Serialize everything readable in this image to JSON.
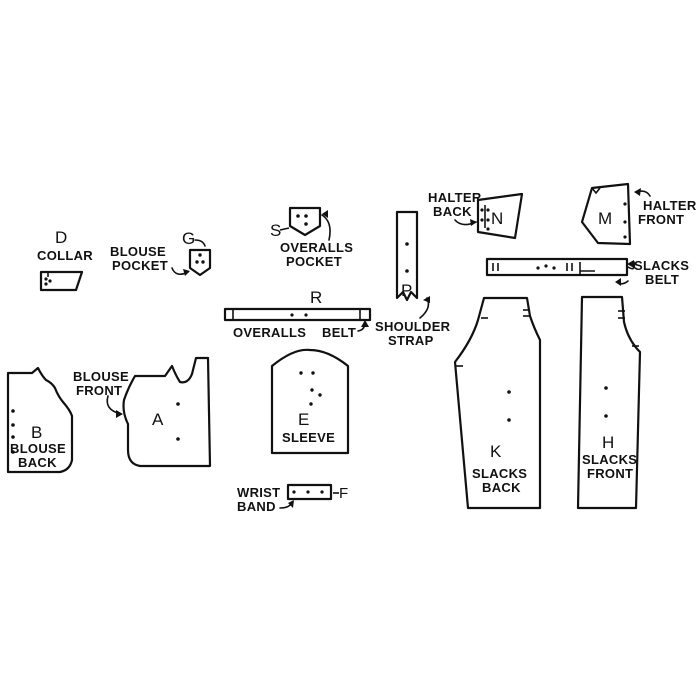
{
  "pieces": {
    "collar": {
      "letter": "D",
      "lines": [
        "COLLAR"
      ]
    },
    "blouse_pocket": {
      "letter": "G",
      "lines": [
        "BLOUSE",
        "POCKET"
      ]
    },
    "overalls_pocket": {
      "letter": "S",
      "lines": [
        "OVERALLS",
        "POCKET"
      ]
    },
    "shoulder_strap": {
      "letter": "P",
      "lines": [
        "SHOULDER",
        "STRAP"
      ]
    },
    "halter_back": {
      "letter": "N",
      "lines": [
        "HALTER",
        "BACK"
      ]
    },
    "halter_front": {
      "letter": "M",
      "lines": [
        "HALTER",
        "FRONT"
      ]
    },
    "slacks_belt": {
      "lines": [
        "SLACKS",
        "BELT"
      ]
    },
    "overalls_belt": {
      "letter": "R",
      "lines": [
        "OVERALLS",
        "BELT"
      ]
    },
    "blouse_back": {
      "letter": "B",
      "lines": [
        "BLOUSE",
        "BACK"
      ]
    },
    "blouse_front": {
      "letter": "A",
      "lines": [
        "BLOUSE",
        "FRONT"
      ]
    },
    "sleeve": {
      "letter": "E",
      "lines": [
        "SLEEVE"
      ]
    },
    "wrist_band": {
      "letter": "F",
      "lines": [
        "WRIST",
        "BAND"
      ]
    },
    "slacks_back": {
      "letter": "K",
      "lines": [
        "SLACKS",
        "BACK"
      ]
    },
    "slacks_front": {
      "letter": "H",
      "lines": [
        "SLACKS",
        "FRONT"
      ]
    }
  }
}
